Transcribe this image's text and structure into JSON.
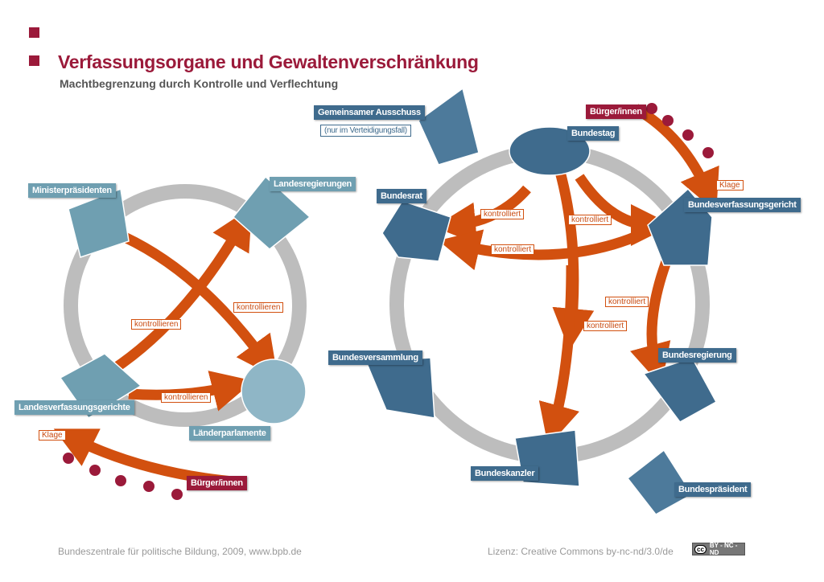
{
  "title": "Verfassungsorgane und Gewaltenverschränkung",
  "subtitle": "Machtbegrenzung durch Kontrolle und Verflechtung",
  "colors": {
    "accent": "#9b1a3a",
    "arrow": "#d2500f",
    "federal": "#3f6b8d",
    "state": "#6f9fb1",
    "ring": "#bdbdbd"
  },
  "laender": {
    "ministerpraesidenten": "Ministerpräsidenten",
    "landesregierungen": "Landesregierungen",
    "landesverfassungsgerichte": "Landesverfassungsgerichte",
    "laenderparlamente": "Länderparlamente",
    "klage": "Klage",
    "buerger": "Bürger/innen",
    "kontrollieren": [
      "kontrollieren",
      "kontrollieren",
      "kontrollieren"
    ]
  },
  "bund": {
    "gemeinsamer_ausschuss": "Gemeinsamer Ausschuss",
    "verteidigungsfall": "(nur im Verteidigungsfall)",
    "bundestag": "Bundestag",
    "buerger": "Bürger/innen",
    "klage": "Klage",
    "bundesrat": "Bundesrat",
    "bundesverfassungsgericht": "Bundesverfassungsgericht",
    "bundesversammlung": "Bundesversammlung",
    "bundesregierung": "Bundesregierung",
    "bundeskanzler": "Bundeskanzler",
    "bundespraesident": "Bundespräsident",
    "kontrolliert": [
      "kontrolliert",
      "kontrolliert",
      "kontrolliert",
      "kontrolliert",
      "kontrolliert"
    ]
  },
  "footer": {
    "source": "Bundeszentrale für politische Bildung, 2009, www.bpb.de",
    "license": "Lizenz: Creative Commons by-nc-nd/3.0/de",
    "cc_badge": "cc",
    "cc_terms": "BY - NC - ND"
  }
}
